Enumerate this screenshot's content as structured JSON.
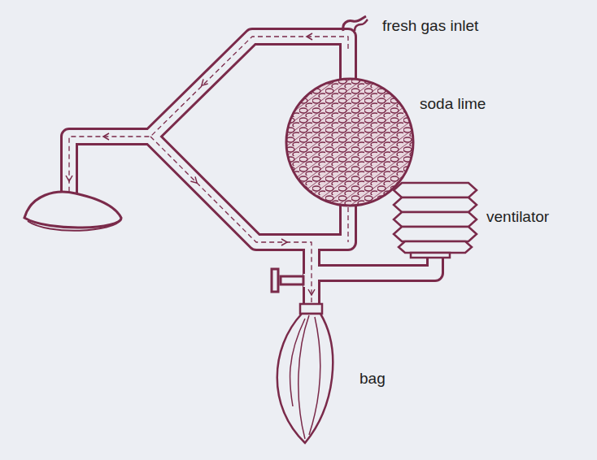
{
  "diagram": {
    "labels": [
      "fresh gas inlet",
      "soda lime",
      "ventilator",
      "bag"
    ]
  }
}
